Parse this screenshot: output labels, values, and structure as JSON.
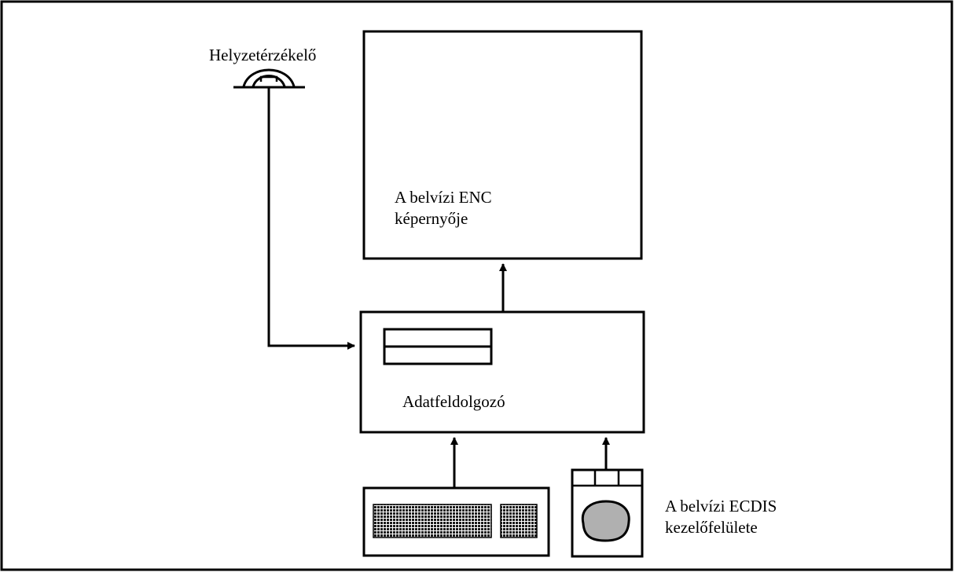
{
  "labels": {
    "sensor": "Helyzetérzékelő",
    "screen_line1": "A belvízi ENC",
    "screen_line2": "képernyője",
    "processor": "Adatfeldolgozó",
    "interface_line1": "A belvízi ECDIS",
    "interface_line2": "kezelőfelülete"
  },
  "colors": {
    "line": "#000000",
    "background": "#ffffff",
    "trackball": "#b0b0b0"
  }
}
